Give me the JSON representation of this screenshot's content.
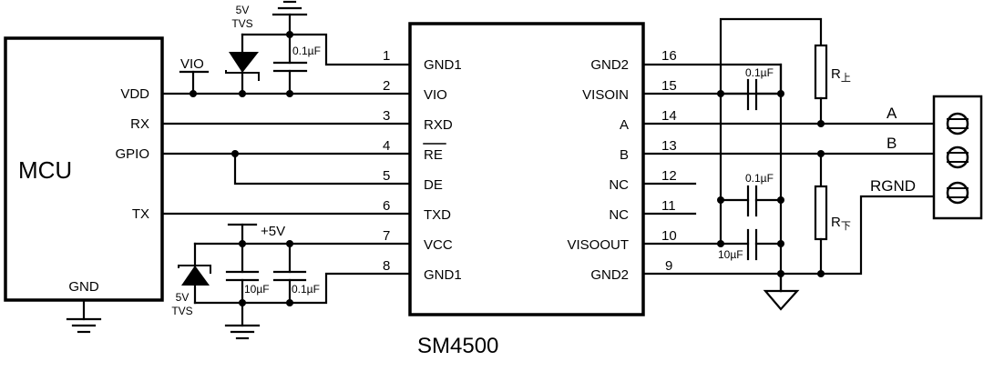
{
  "mcu": {
    "name": "MCU",
    "pins": {
      "vdd": "VDD",
      "rx": "RX",
      "gpio": "GPIO",
      "tx": "TX",
      "gnd": "GND"
    }
  },
  "chip": {
    "name": "SM4500",
    "left_pins": [
      {
        "num": "1",
        "label": "GND1"
      },
      {
        "num": "2",
        "label": "VIO"
      },
      {
        "num": "3",
        "label": "RXD"
      },
      {
        "num": "4",
        "label": "RE",
        "overbar": true
      },
      {
        "num": "5",
        "label": "DE"
      },
      {
        "num": "6",
        "label": "TXD"
      },
      {
        "num": "7",
        "label": "VCC"
      },
      {
        "num": "8",
        "label": "GND1"
      }
    ],
    "right_pins": [
      {
        "num": "16",
        "label": "GND2"
      },
      {
        "num": "15",
        "label": "VISOIN"
      },
      {
        "num": "14",
        "label": "A"
      },
      {
        "num": "13",
        "label": "B"
      },
      {
        "num": "12",
        "label": "NC"
      },
      {
        "num": "11",
        "label": "NC"
      },
      {
        "num": "10",
        "label": "VISOOUT"
      },
      {
        "num": "9",
        "label": "GND2"
      }
    ]
  },
  "components": {
    "tvs_top": {
      "line1": "5V",
      "line2": "TVS"
    },
    "cap_top": "0.1µF",
    "vio_label": "VIO",
    "supply_label": "+5V",
    "cap_bulk_left": "10µF",
    "cap_small_left": "0.1µF",
    "tvs_bottom": {
      "line1": "5V",
      "line2": "TVS"
    },
    "cap_visoin": "0.1µF",
    "cap_visoout_small": "0.1µF",
    "cap_visoout_bulk": "10µF",
    "r_pullup": {
      "main": "R",
      "sub": "上"
    },
    "r_pulldown": {
      "main": "R",
      "sub": "下"
    }
  },
  "bus": {
    "a": "A",
    "b": "B",
    "rgnd": "RGND"
  }
}
